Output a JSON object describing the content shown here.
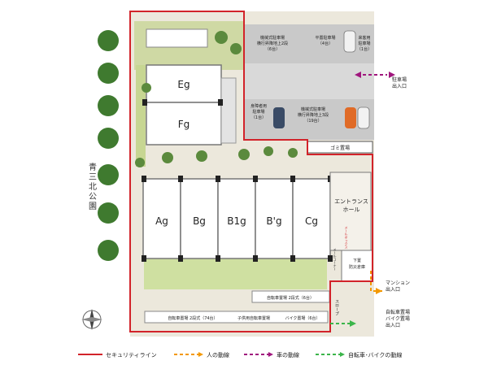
{
  "park": {
    "label": "青三北公園"
  },
  "buildings": {
    "eg": "Eg",
    "fg": "Fg",
    "ag": "Ag",
    "bg": "Bg",
    "b1g": "B1g",
    "bpg": "B'g",
    "cg": "Cg"
  },
  "parking": {
    "mech_top": [
      "機械式駐車場",
      "横行昇降地上2段",
      "（6台）"
    ],
    "flat_parking": [
      "平置駐車場",
      "（4台）"
    ],
    "guest_parking": [
      "来客用",
      "駐車場",
      "（1台）"
    ],
    "disabled_parking": [
      "身障者用",
      "駐車場",
      "（1台）"
    ],
    "mech_bottom": [
      "機械式駐車場",
      "横行昇降地上3段",
      "（19台）"
    ],
    "car_entrance": [
      "駐車場",
      "出入口"
    ]
  },
  "facilities": {
    "garbage": "ゴミ置場",
    "entrance_hall": [
      "エントランス",
      "ホール"
    ],
    "mailbox": "メールボックス",
    "sub_entrance": [
      "下置",
      "防災倉庫"
    ],
    "side_label": "メールコーナー",
    "slope": "スロープ"
  },
  "bike": {
    "bike_parking_1": "自転車置場 2段式（6台）",
    "bike_parking_2": "自転車置場 2段式（74台）",
    "child_bike": "子供用自転車置場",
    "motorbike": "バイク置場（6台）"
  },
  "entrances": {
    "mansion": [
      "マンション",
      "出入口"
    ],
    "bicycle": [
      "自転車置場",
      "バイク置場",
      "出入口"
    ]
  },
  "legend": {
    "security": "セキュリティライン",
    "people": "人の動線",
    "cars": "車の動線",
    "bikes": "自転車･バイクの動線"
  },
  "colors": {
    "security": "#d2232a",
    "people": "#f39800",
    "cars": "#a0167d",
    "bikes": "#3bb54a"
  }
}
